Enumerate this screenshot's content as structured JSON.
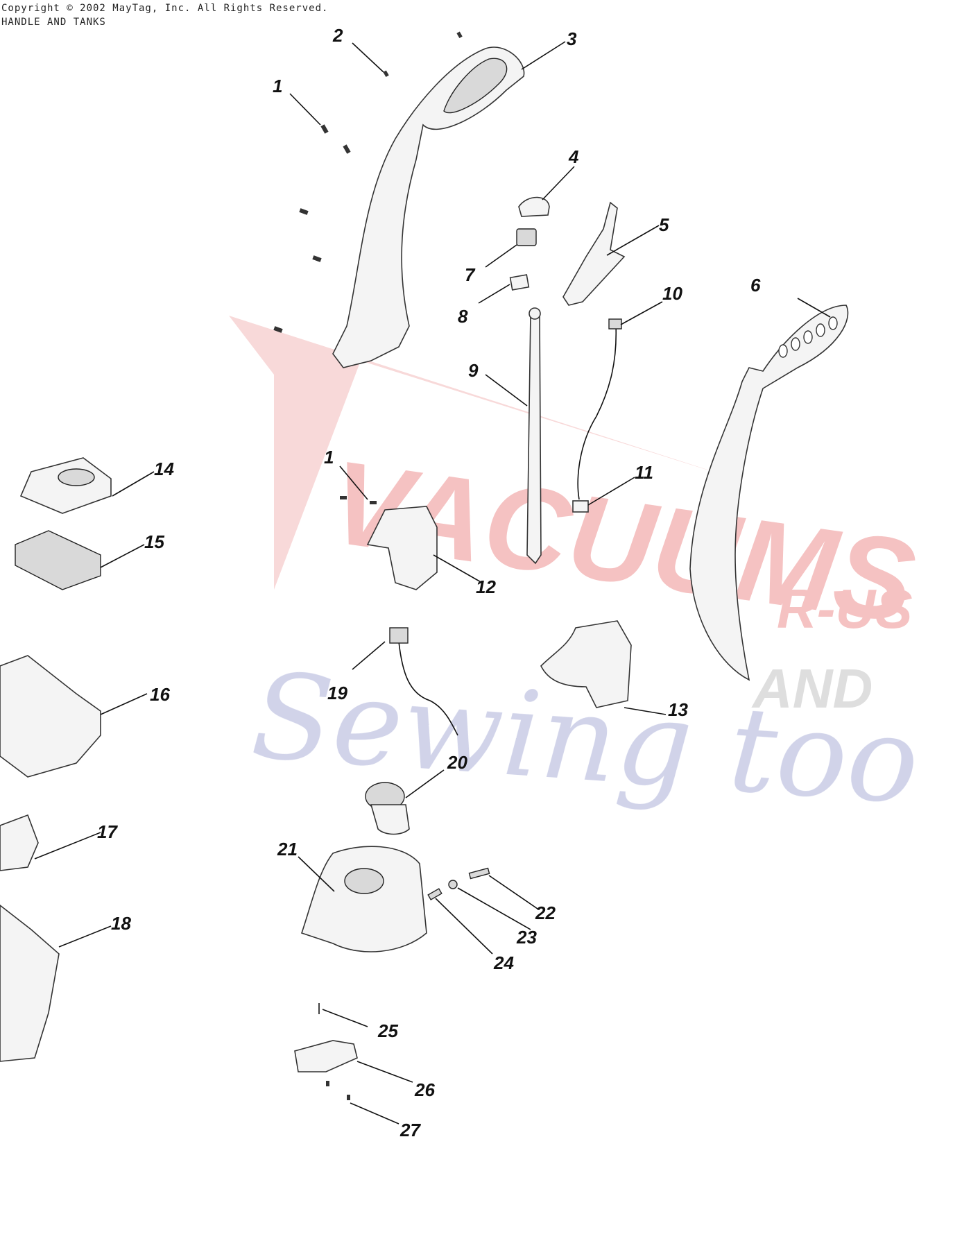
{
  "header": {
    "copyright": "Copyright © 2002 MayTag, Inc. All Rights Reserved.",
    "section_title": "HANDLE AND TANKS"
  },
  "watermark": {
    "primary": "VACUUMS",
    "suffix": "R-US",
    "connector": "AND",
    "script": "Sewing too",
    "colors": {
      "red": "#f4b8b8",
      "gray": "#d8d8d8",
      "blue": "#c9cce6"
    }
  },
  "callouts": [
    "1",
    "2",
    "3",
    "4",
    "5",
    "6",
    "7",
    "8",
    "9",
    "10",
    "11",
    "12",
    "13",
    "14",
    "15",
    "16",
    "17",
    "18",
    "19",
    "20",
    "21",
    "22",
    "23",
    "24",
    "25",
    "26",
    "27"
  ],
  "colors": {
    "line": "#111111",
    "part_fill": "#f4f4f4",
    "part_shade": "#d9d9d9"
  }
}
